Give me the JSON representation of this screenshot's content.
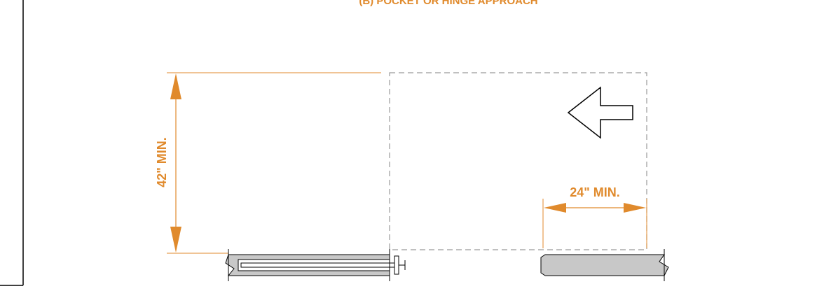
{
  "title": "(B) POCKET OR HINGE APPROACH",
  "dimensions": {
    "vertical_label": "42\" MIN.",
    "horizontal_label": "24\" MIN."
  },
  "colors": {
    "accent": "#e08a2c",
    "outline": "#000000",
    "dashed": "#9a9a9a",
    "wall_fill": "#c8c8c8"
  },
  "icons": {
    "direction_arrow": "arrow-left-icon"
  }
}
